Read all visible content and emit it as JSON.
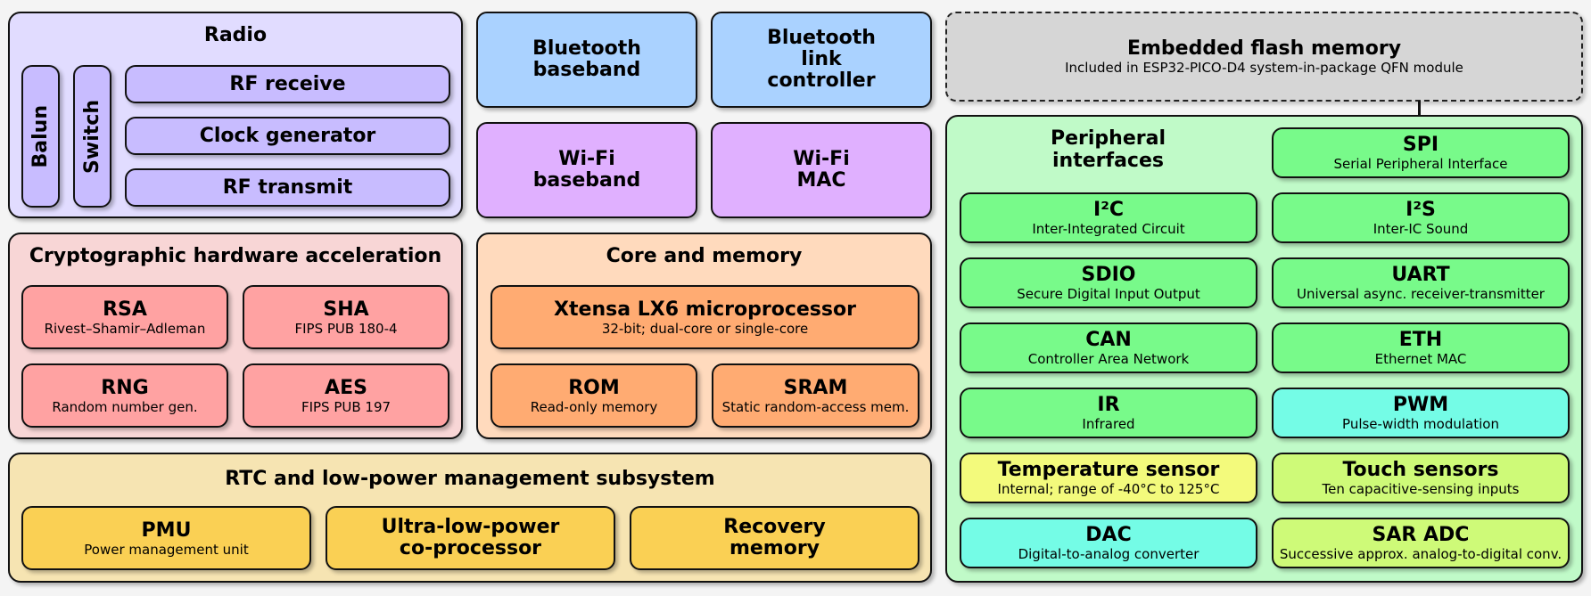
{
  "radio": {
    "title": "Radio",
    "balun": "Balun",
    "switch": "Switch",
    "rows": [
      "RF receive",
      "Clock generator",
      "RF transmit"
    ]
  },
  "bluetooth": {
    "baseband": "Bluetooth\nbaseband",
    "link_controller": "Bluetooth\nlink\ncontroller"
  },
  "wifi": {
    "baseband": "Wi-Fi\nbaseband",
    "mac": "Wi-Fi\nMAC"
  },
  "flash": {
    "title": "Embedded flash memory",
    "subtitle": "Included in ESP32-PICO-D4 system-in-package QFN module"
  },
  "crypto": {
    "title": "Cryptographic hardware acceleration",
    "blocks": [
      {
        "title": "RSA",
        "subtitle": "Rivest–Shamir–Adleman"
      },
      {
        "title": "SHA",
        "subtitle": "FIPS PUB 180-4"
      },
      {
        "title": "RNG",
        "subtitle": "Random number gen."
      },
      {
        "title": "AES",
        "subtitle": "FIPS PUB 197"
      }
    ]
  },
  "core": {
    "title": "Core and memory",
    "cpu": {
      "title": "Xtensa LX6 microprocessor",
      "subtitle": "32-bit; dual-core or single-core"
    },
    "rom": {
      "title": "ROM",
      "subtitle": "Read-only memory"
    },
    "sram": {
      "title": "SRAM",
      "subtitle": "Static random-access mem."
    }
  },
  "rtc": {
    "title": "RTC and low-power management subsystem",
    "pmu": {
      "title": "PMU",
      "subtitle": "Power management unit"
    },
    "ulp": "Ultra-low-power\nco-processor",
    "recovery": "Recovery\nmemory"
  },
  "peripherals": {
    "title": "Peripheral\ninterfaces",
    "blocks": [
      {
        "title": "SPI",
        "subtitle": "Serial Peripheral Interface",
        "color": "#78fa8a"
      },
      {
        "title": "I²C",
        "subtitle": "Inter-Integrated Circuit",
        "color": "#78fa8a"
      },
      {
        "title": "I²S",
        "subtitle": "Inter-IC Sound",
        "color": "#78fa8a"
      },
      {
        "title": "SDIO",
        "subtitle": "Secure Digital Input Output",
        "color": "#78fa8a"
      },
      {
        "title": "UART",
        "subtitle": "Universal async. receiver-transmitter",
        "color": "#78fa8a"
      },
      {
        "title": "CAN",
        "subtitle": "Controller Area Network",
        "color": "#78fa8a"
      },
      {
        "title": "ETH",
        "subtitle": "Ethernet MAC",
        "color": "#78fa8a"
      },
      {
        "title": "IR",
        "subtitle": "Infrared",
        "color": "#78fa8a"
      },
      {
        "title": "PWM",
        "subtitle": "Pulse-width modulation",
        "color": "#74fce6"
      },
      {
        "title": "Temperature sensor",
        "subtitle": "Internal; range of -40°C to 125°C",
        "color": "#f3fa7c"
      },
      {
        "title": "Touch sensors",
        "subtitle": "Ten capacitive-sensing inputs",
        "color": "#cefa78"
      },
      {
        "title": "DAC",
        "subtitle": "Digital-to-analog converter",
        "color": "#74fce6"
      },
      {
        "title": "SAR ADC",
        "subtitle": "Successive approx. analog-to-digital conv.",
        "color": "#cefa78"
      }
    ]
  }
}
